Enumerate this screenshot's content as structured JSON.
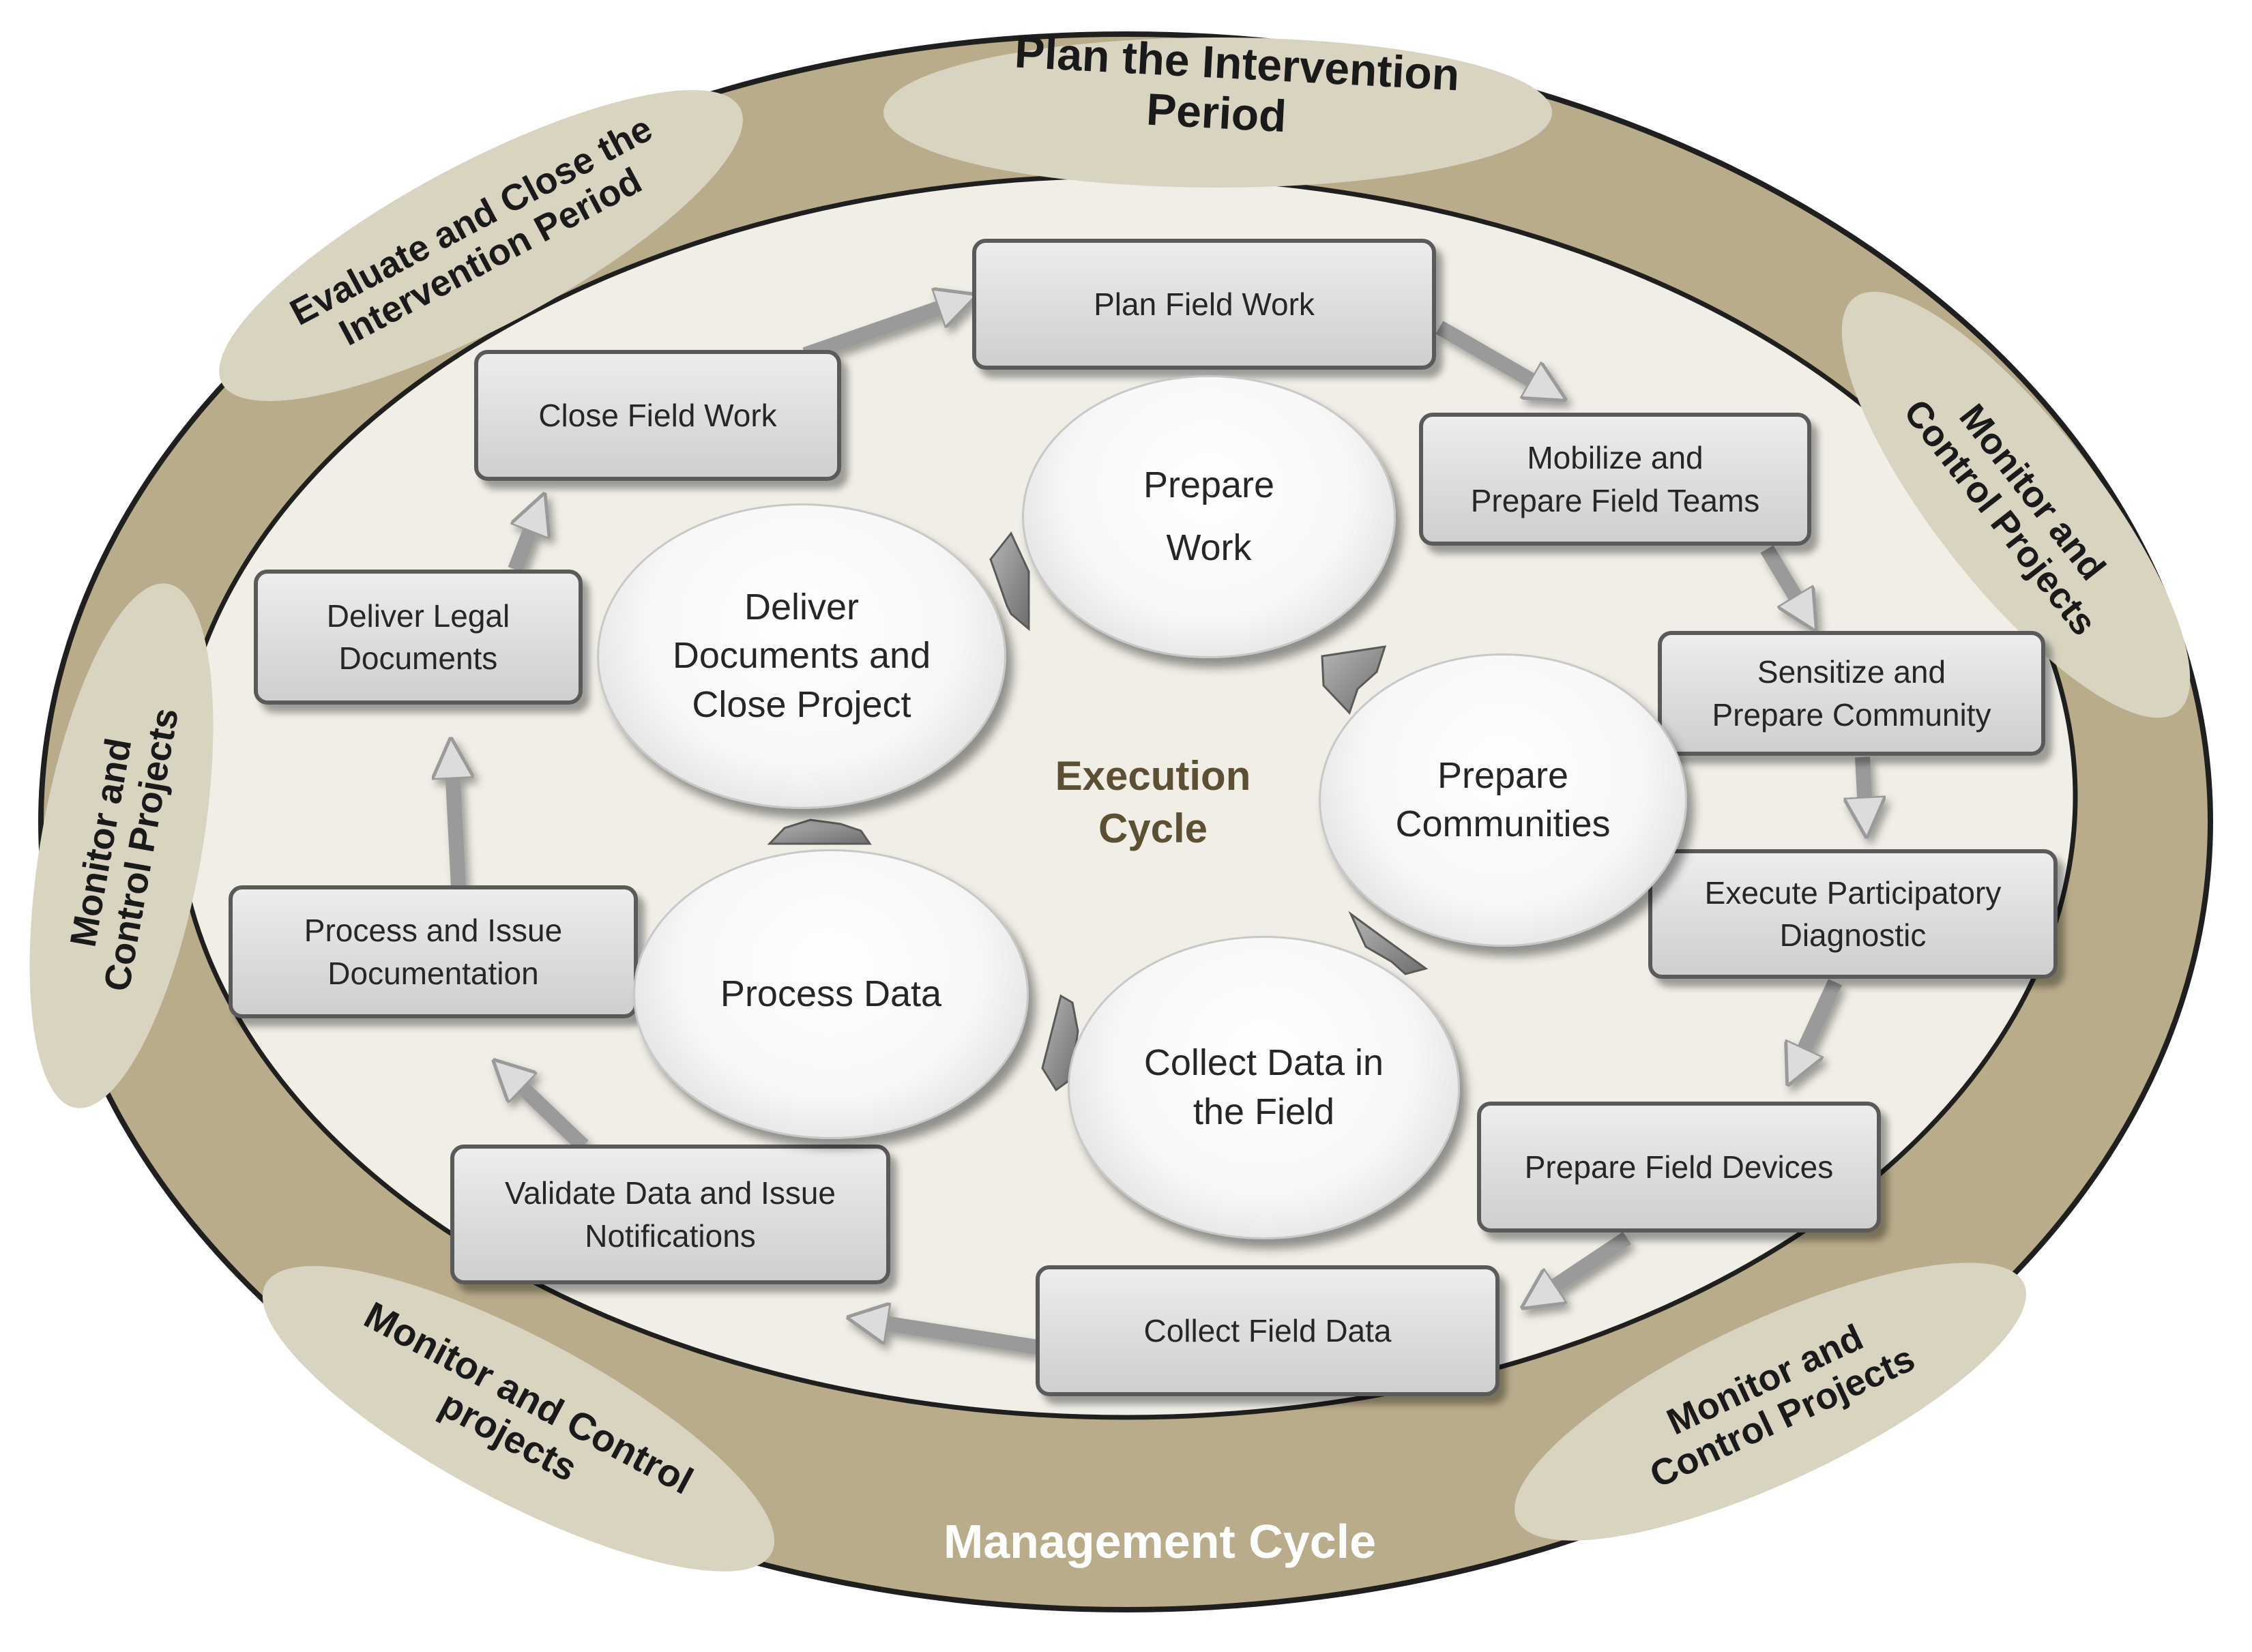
{
  "outer_labels": {
    "plan_intervention": [
      "Plan the Intervention",
      "Period"
    ],
    "evaluate_close": [
      "Evaluate and Close the",
      "Intervention Period"
    ],
    "monitor_right": [
      "Monitor and",
      "Control Projects"
    ],
    "monitor_left": [
      "Monitor and",
      "Control Projects"
    ],
    "monitor_bottom_left": [
      "Monitor and Control",
      "projects"
    ],
    "monitor_bottom_right": [
      "Monitor and",
      "Control Projects"
    ]
  },
  "management_cycle": "Management Cycle",
  "execution_cycle": [
    "Execution",
    "Cycle"
  ],
  "steps": {
    "plan_field_work": [
      "Plan Field Work"
    ],
    "mobilize_teams": [
      "Mobilize and",
      "Prepare Field Teams"
    ],
    "sensitize_community": [
      "Sensitize and",
      "Prepare Community"
    ],
    "execute_diagnostic": [
      "Execute Participatory",
      "Diagnostic"
    ],
    "prepare_devices": [
      "Prepare Field Devices"
    ],
    "collect_field_data": [
      "Collect Field Data"
    ],
    "validate_data": [
      "Validate Data and Issue",
      "Notifications"
    ],
    "process_documentation": [
      "Process and Issue",
      "Documentation"
    ],
    "deliver_legal": [
      "Deliver Legal",
      "Documents"
    ],
    "close_field_work": [
      "Close Field Work"
    ]
  },
  "phases": {
    "prepare_work": [
      "Prepare",
      "Work"
    ],
    "prepare_communities": [
      "Prepare",
      "Communities"
    ],
    "collect_data": [
      "Collect Data in",
      "the Field"
    ],
    "process_data": [
      "Process Data"
    ],
    "deliver_close": [
      "Deliver",
      "Documents and",
      "Close Project"
    ]
  },
  "colors": {
    "outer_ring": "#b8ac8a",
    "inner_fill": "#f0eee5",
    "label_ellipse": "#d9d4c2",
    "execution_text": "#5c4f33",
    "box_border": "#5a5a5a"
  }
}
